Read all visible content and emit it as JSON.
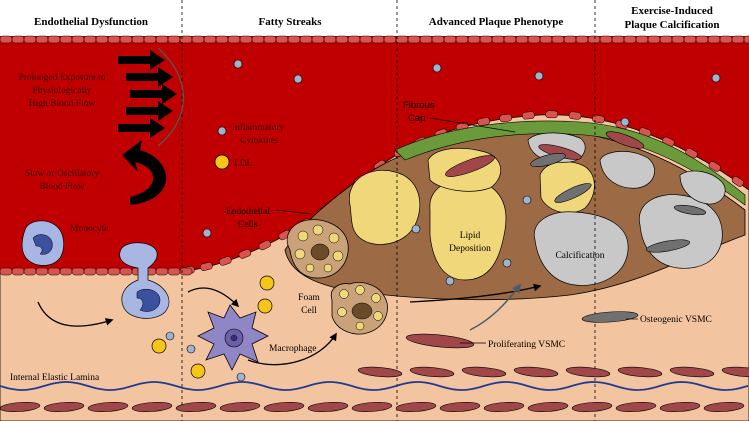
{
  "panels": [
    {
      "title": "Endothelial Dysfunction"
    },
    {
      "title": "Fatty Streaks"
    },
    {
      "title": "Advanced Plaque Phenotype"
    },
    {
      "title_line1": "Exercise-Induced",
      "title_line2": "Plaque Calcification"
    }
  ],
  "labels": {
    "high_flow": [
      "Prolonged Exposure to",
      "Physiologically",
      "High Blood Flow"
    ],
    "oscillatory_flow": [
      "Slow or Oscillatory",
      "Blood Flow"
    ],
    "monocyte": "Monocyte",
    "cytokines": [
      "Inflammatory",
      "Cytokines"
    ],
    "ldl": "LDL",
    "endothelial_cells": [
      "Endothelial",
      "Cells"
    ],
    "fibrous_cap": [
      "Fibrous",
      "Cap"
    ],
    "lipid_deposition": [
      "Lipid",
      "Deposition"
    ],
    "calcification": "Calcification",
    "foam_cell": [
      "Foam",
      "Cell"
    ],
    "macrophage": "Macrophage",
    "proliferating_vsmc": "Proliferating VSMC",
    "osteogenic_vsmc": "Osteogenic VSMC",
    "internal_elastic_lamina": "Internal Elastic Lamina"
  },
  "colors": {
    "blood": "#c00000",
    "tissue": "#f3c4a0",
    "endothelium": "#d9534f",
    "plaque_core": "#9c6a45",
    "lipid": "#f0d77a",
    "calcium": "#c8c8c8",
    "fibrous_cap": "#6a9a3a",
    "vsmc": "#a0474a",
    "osteogenic_vsmc": "#707070",
    "monocyte": "#a7b6e3",
    "ldl": "#f5c518",
    "cytokine": "#9fb3cf",
    "elastic_lamina": "#1f3a93"
  }
}
